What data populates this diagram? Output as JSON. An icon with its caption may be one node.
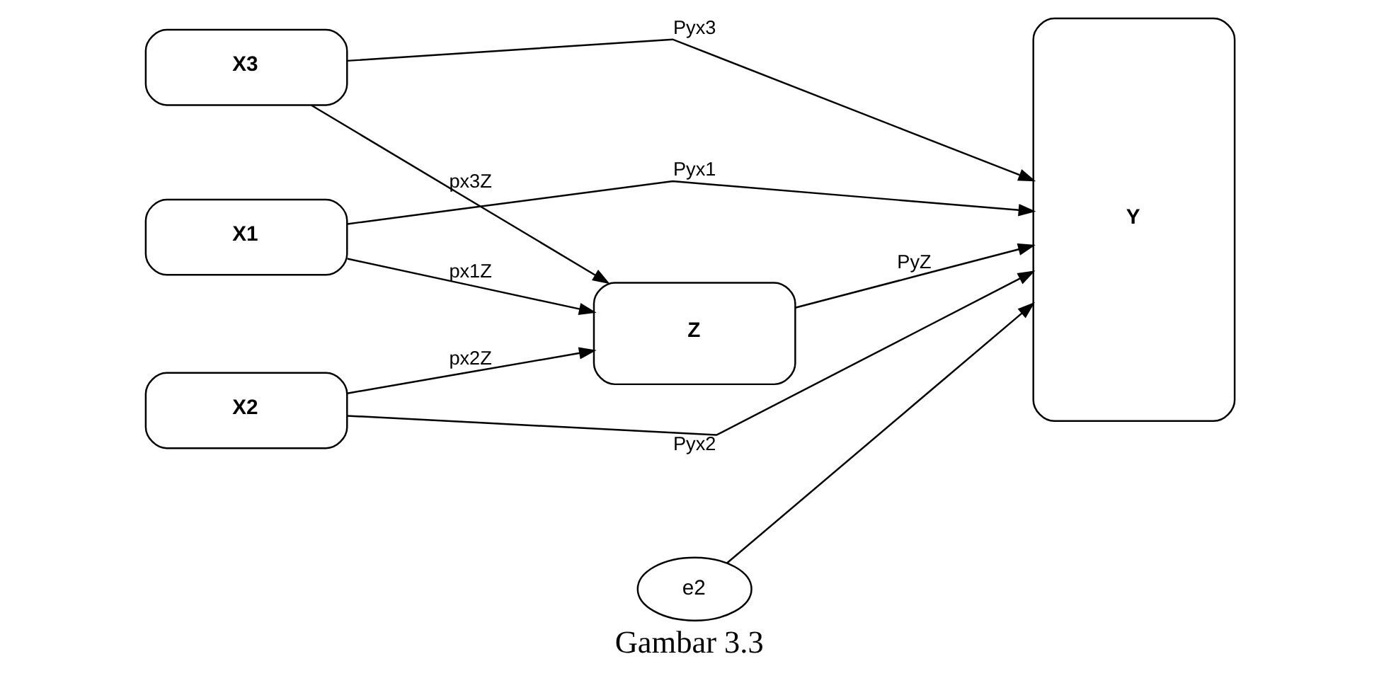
{
  "diagram": {
    "caption": "Gambar 3.3",
    "nodes": [
      {
        "text": [
          "X1"
        ]
      },
      {
        "text": [
          "X2"
        ]
      },
      {
        "text": [
          "X3"
        ]
      },
      {
        "text": [
          "Z"
        ]
      },
      {
        "text": [
          "Y"
        ]
      },
      {
        "text": [
          "e2"
        ]
      }
    ],
    "edges": [
      {
        "from": 0,
        "to": 3,
        "arrow": "to",
        "label": "px1Z"
      },
      {
        "from": 1,
        "to": 3,
        "arrow": "to",
        "label": "px2Z"
      },
      {
        "from": 2,
        "to": 3,
        "arrow": "to",
        "label": "px3Z"
      },
      {
        "from": 3,
        "to": 4,
        "arrow": "to",
        "label": "PyZ"
      },
      {
        "from": 0,
        "to": 4,
        "arrow": "to",
        "label": "Pyx1"
      },
      {
        "from": 1,
        "to": 4,
        "arrow": "to",
        "label": "Pyx2"
      },
      {
        "from": 2,
        "to": 4,
        "arrow": "to",
        "label": "Pyx3"
      },
      {
        "from": 5,
        "to": 4,
        "arrow": "to"
      }
    ]
  }
}
